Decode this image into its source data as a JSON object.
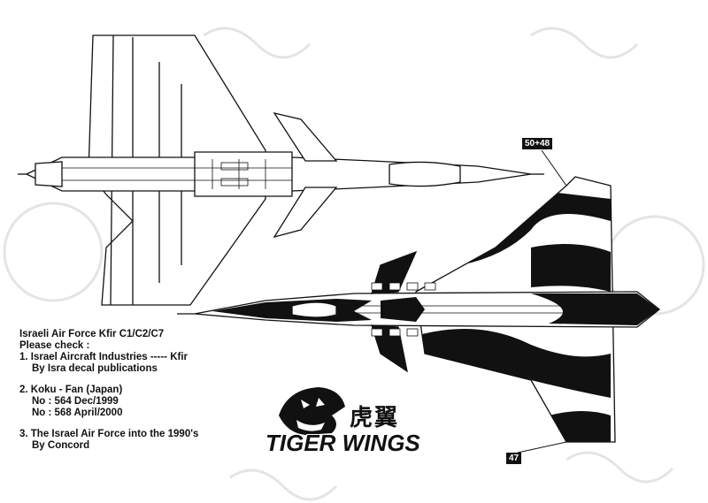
{
  "notes": {
    "title": "Israeli Air Force Kfir C1/C2/C7",
    "please_check": "Please check :",
    "ref1_line1": "1. Israel Aircraft Industries ----- Kfir",
    "ref1_line2": "By Isra decal publications",
    "ref2_line1": "2. Koku - Fan (Japan)",
    "ref2_line2": "No : 564 Dec/1999",
    "ref2_line3": "No : 568 April/2000",
    "ref3_line1": "3. The Israel Air Force into the 1990's",
    "ref3_line2": "By Concord"
  },
  "tags": {
    "top_serials": "50+48",
    "bottom_serial": "47"
  },
  "logo": {
    "chinese": "虎翼",
    "english": "TIGER WINGS"
  },
  "colors": {
    "ink": "#111111",
    "paper": "#ffffff",
    "watermark": "#e6e6e6"
  }
}
